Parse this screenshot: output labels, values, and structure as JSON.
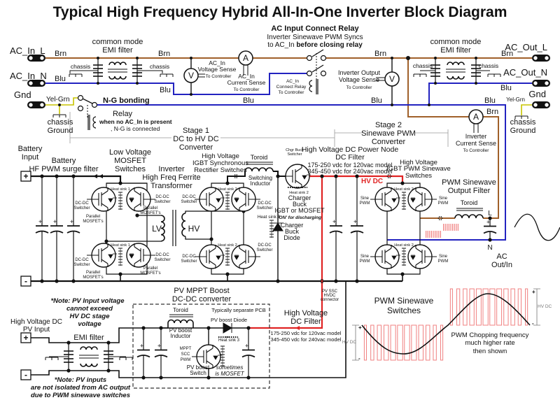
{
  "title": "Typical High Frequency Hybrid All-In-One Inverter Block Diagram",
  "colors": {
    "brown": "#a0602a",
    "blue": "#2323c0",
    "red": "#e02424",
    "yel_grn": "#c8c400",
    "wire": "#111111",
    "pwm": "#f08080"
  },
  "ac_in": {
    "terminal_l": "AC_In_L",
    "terminal_n": "AC_In_N",
    "terminal_gnd": "Gnd",
    "brn": "Brn",
    "blu": "Blu",
    "yel_grn": "Yel-Grn",
    "emi": [
      "common mode",
      "EMI filter"
    ],
    "chassis": "chassis",
    "chassis_ground": [
      "chassis",
      "Ground"
    ],
    "ng_bonding": "N-G bonding",
    "relay": [
      "Relay",
      "when no AC_In is present",
      ", N-G is connected"
    ],
    "voltage_sense": [
      "AC_In",
      "Voltage Sense",
      "To Controller"
    ],
    "current_sense": [
      "AC_In",
      "Current Sense",
      "To Controller"
    ],
    "meter_v": "V",
    "meter_a": "A"
  },
  "connect_relay": {
    "title": "AC Input Connect Relay",
    "line2": "Inverter Sinewave PWM Syncs",
    "line3_a": "to AC_In ",
    "line3_b": "before closing relay",
    "coil": [
      "AC_In",
      "Connect Relay",
      "To Controller"
    ]
  },
  "ac_out": {
    "terminal_l": "AC_Out_L",
    "terminal_n": "AC_Out_N",
    "terminal_gnd": "Gnd",
    "brn": "Brn",
    "blu": "Blu",
    "yel_grn": "Yel-Grn",
    "emi": [
      "common mode",
      "EMI filter"
    ],
    "chassis": "chassis",
    "chassis_ground": [
      "chassis",
      "Ground"
    ],
    "voltage_sense": [
      "Inverter Output",
      "Voltage Sense",
      "To Controller"
    ],
    "current_sense": [
      "Inverter",
      "Current Sense",
      "To Controller"
    ]
  },
  "stages": {
    "stage1": [
      "Stage 1",
      "DC to HV DC",
      "Converter"
    ],
    "stage2": [
      "Stage 2",
      "Sinewave PWM",
      "Converter"
    ]
  },
  "battery": {
    "input": [
      "Battery",
      "Input"
    ],
    "filter": [
      "Battery",
      "HF PWM surge filter"
    ],
    "plus": "+",
    "minus": "-"
  },
  "lv_switches": {
    "title": [
      "Low Voltage",
      "MOSFET",
      "Switches"
    ],
    "heat_sink": "Heat sink 1",
    "switcher": [
      "DC-DC",
      "Switcher"
    ],
    "parallel": [
      "Parallel",
      "MOSFET's"
    ]
  },
  "transformer": {
    "title": [
      "Inverter",
      "High Freq Ferrite",
      "Transformer"
    ],
    "lv": "LV",
    "hv": "HV"
  },
  "rectifier": {
    "title": [
      "High Voltage",
      "IGBT Synchronous",
      "Rectifier Switches"
    ],
    "heat_sink": "Heat sink 2",
    "switcher": [
      "DC-DC",
      "Switcher"
    ],
    "toroid": "Toroid",
    "inductor": [
      "Switching",
      "Inductor"
    ]
  },
  "charger": {
    "switcher": [
      "Chgr Buck",
      "Switcher"
    ],
    "heat_sink": "Heat sink 2",
    "label": [
      "Charger",
      "Buck",
      "IGBT or MOSFET"
    ],
    "note": "'ON' for discharging",
    "diode": [
      "Charger",
      "Buck",
      "Diode"
    ]
  },
  "hv_node": {
    "title": "High Voltage DC Power Node",
    "filter": "DC Filter",
    "range_120": "175-250 vdc for 120vac model",
    "range_240": "345-450 vdc for 240vac model",
    "hv_dc": "HV DC"
  },
  "sine_switches": {
    "title": [
      "High Voltage",
      "IGBT PWM Sinewave",
      "Switches"
    ],
    "heat_sink": "Heat sink 2",
    "pwm": [
      "Sine",
      "PWM"
    ]
  },
  "output_filter": {
    "title": [
      "PWM Sinewave",
      "Output Filter"
    ],
    "toroid": "Toroid",
    "l": "L",
    "n": "N",
    "ac": [
      "AC",
      "Out/In"
    ]
  },
  "pv": {
    "title": [
      "PV MPPT Boost",
      "DC-DC converter"
    ],
    "pcb": "Typically separate PCB",
    "toroid": "Toroid",
    "inductor": [
      "PV boost",
      "Inductor"
    ],
    "diode": "PV boost Diode",
    "heat_sink": "Heat sink 3",
    "mppt": [
      "MPPT",
      "SCC",
      "PWM"
    ],
    "switch": [
      "PV boost",
      "Switch"
    ],
    "mosfet_note": [
      "sometimes",
      "is MOSFET"
    ],
    "input": [
      "High Voltage DC",
      "PV Input"
    ],
    "emi": "EMI filter",
    "plus": "+",
    "minus": "-",
    "note1": [
      "*Note: PV Input voltage",
      "cannot exceed",
      "HV DC stage",
      "voltage"
    ],
    "note2": [
      "*Note: PV inputs",
      "are not isolated from AC output",
      "due to PWM sinewave switches"
    ]
  },
  "hv_filter": {
    "title": [
      "High Voltage",
      "DC Filter"
    ],
    "range_120": "175-250 vdc for 120vac model",
    "range_240": "345-450 vdc for 240vac model",
    "connector": [
      "PV SSC",
      "HVDC",
      "connector"
    ]
  },
  "waveform": {
    "title": [
      "PWM Sinewave",
      "Switches"
    ],
    "hv_dc": "HV DC",
    "plus": "+",
    "minus": "-",
    "note": [
      "PWM Chopping frequency",
      "much higher rate",
      "then shown"
    ]
  }
}
